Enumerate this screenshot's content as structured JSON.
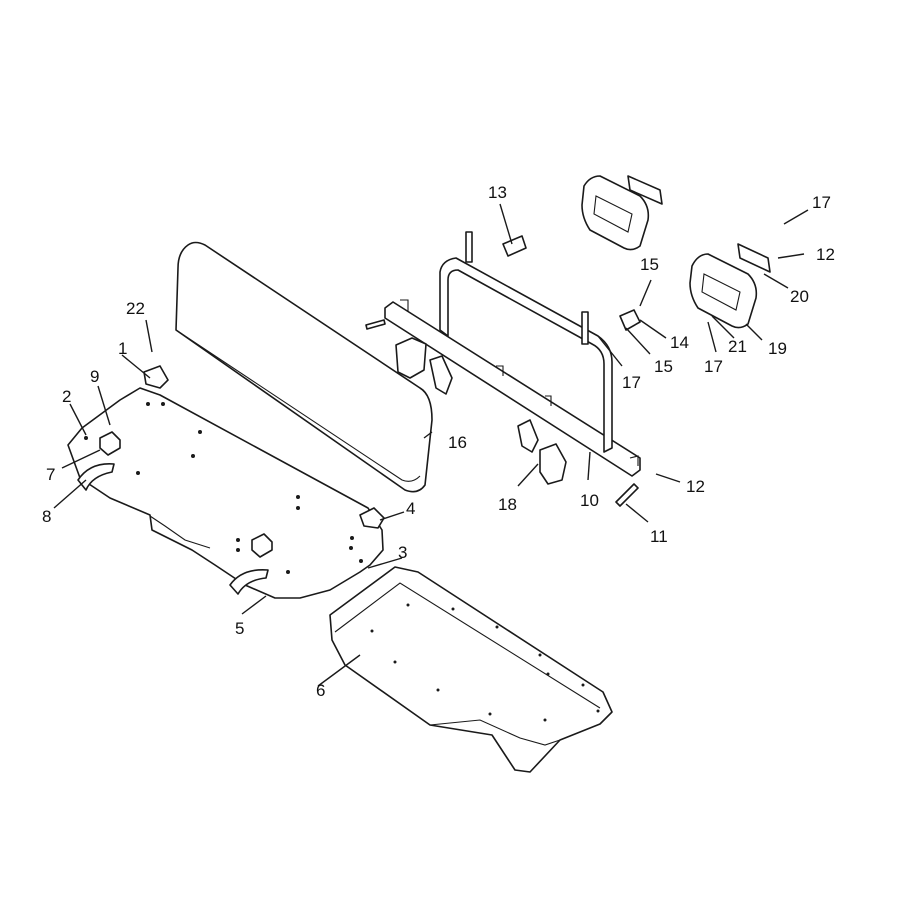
{
  "callouts": {
    "c1": "1",
    "c2": "2",
    "c3": "3",
    "c4": "4",
    "c5": "5",
    "c6": "6",
    "c7": "7",
    "c8": "8",
    "c9": "9",
    "c10": "10",
    "c11": "11",
    "c12a": "12",
    "c12b": "12",
    "c13": "13",
    "c14": "14",
    "c15a": "15",
    "c15b": "15",
    "c16": "16",
    "c17a": "17",
    "c17b": "17",
    "c17c": "17",
    "c18": "18",
    "c19": "19",
    "c20": "20",
    "c21": "21",
    "c22": "22"
  },
  "colors": {
    "line": "#1a1a1a",
    "background": "#ffffff"
  }
}
